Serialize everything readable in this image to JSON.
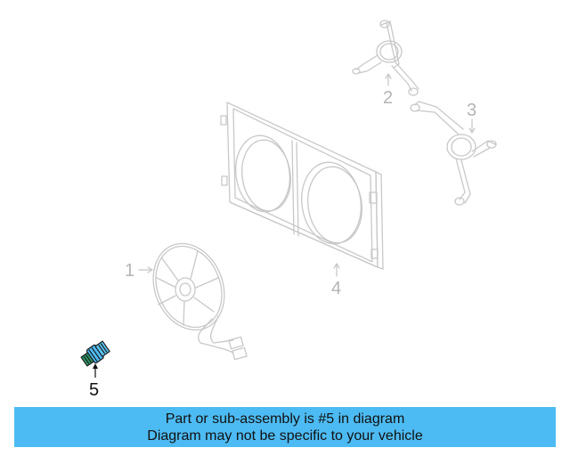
{
  "diagram": {
    "callouts": [
      {
        "number": "1",
        "part": "fan-assembly",
        "highlighted": false
      },
      {
        "number": "2",
        "part": "motor-bracket-upper",
        "highlighted": false
      },
      {
        "number": "3",
        "part": "motor-bracket-lower",
        "highlighted": false
      },
      {
        "number": "4",
        "part": "fan-shroud",
        "highlighted": false
      },
      {
        "number": "5",
        "part": "sensor-switch",
        "highlighted": true
      }
    ],
    "highlight_color": "#4dbbf3",
    "line_color": "#c8c8c8"
  },
  "banner": {
    "line1": "Part or sub-assembly is #5 in diagram",
    "line2": "Diagram may not be specific to your vehicle",
    "background": "#4dbbf3"
  }
}
